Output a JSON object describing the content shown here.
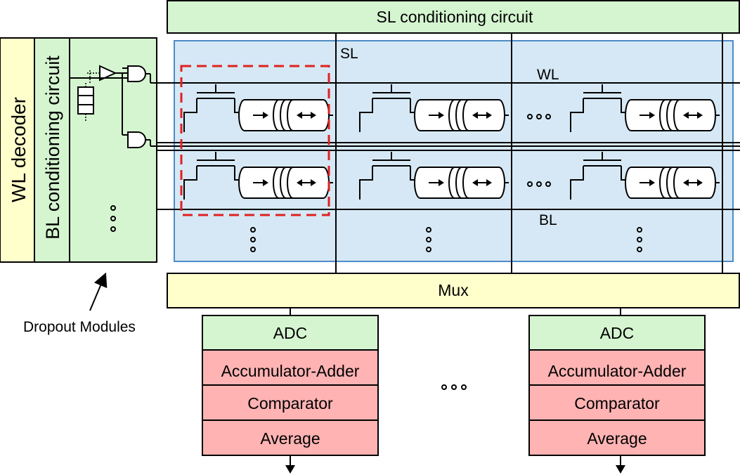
{
  "blocks": {
    "sl_conditioning": "SL conditioning circuit",
    "wl_decoder": "WL decoder",
    "bl_conditioning": "BL conditioning circuit",
    "mux": "Mux"
  },
  "signals": {
    "sl": "SL",
    "wl": "WL",
    "bl": "BL"
  },
  "dropout_label": "Dropout Modules",
  "readout_columns": [
    {
      "adc": "ADC",
      "accumulator": "Accumulator-Adder",
      "comparator": "Comparator",
      "average": "Average"
    },
    {
      "adc": "ADC",
      "accumulator": "Accumulator-Adder",
      "comparator": "Comparator",
      "average": "Average"
    }
  ],
  "colors": {
    "green_block": "#d5f5d0",
    "yellow_block": "#ffffcc",
    "pink_block": "#ffb3b3",
    "array_fill": "#d6e8f5",
    "array_border": "#4d8cc6",
    "highlight_dash": "#e02020"
  }
}
